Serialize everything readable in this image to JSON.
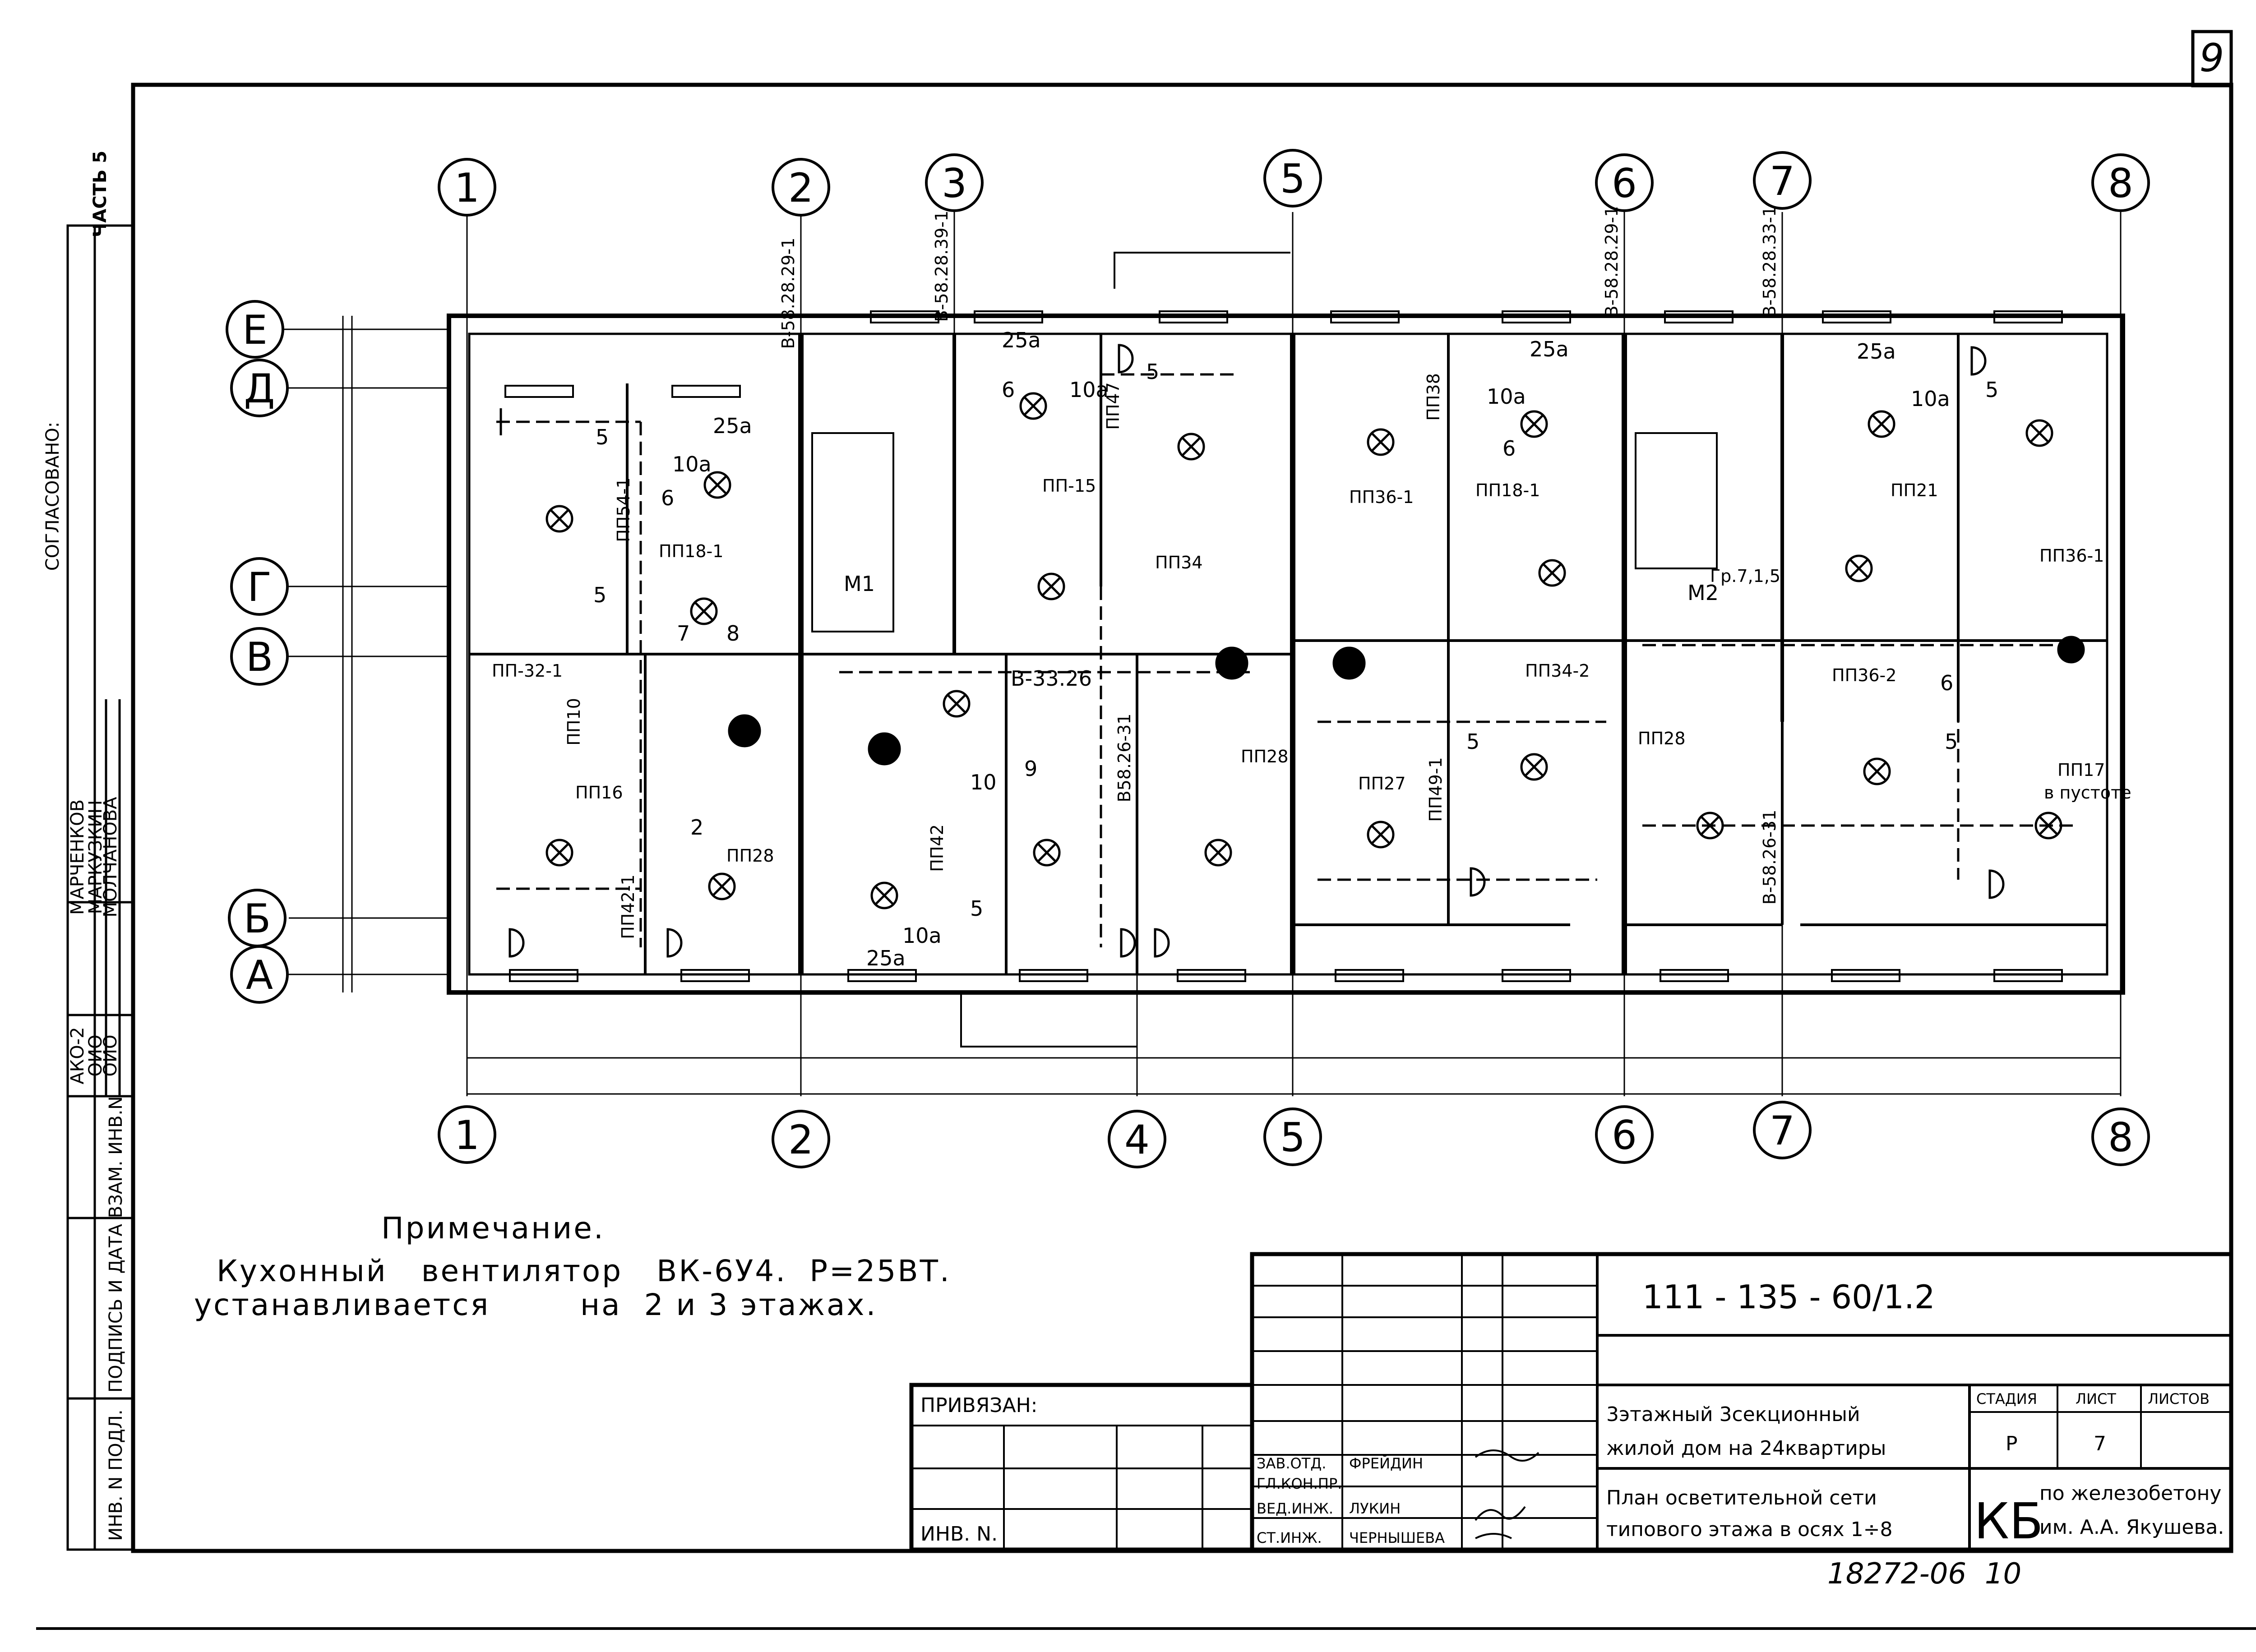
{
  "sheet_number": "9",
  "part_label": "ЧАСТЬ 5",
  "left_strip": {
    "agreed_label": "СОГЛАСОВАНО:",
    "rows": [
      {
        "dept": "АКО-2",
        "name": "МАРЧЕНКОВ"
      },
      {
        "dept": "ОИО",
        "name": "МАРКУЗКИН"
      },
      {
        "dept": "ОИО",
        "name": "МОЛЧАНОВА"
      }
    ],
    "stamp_cells": [
      "ВЗАМ. ИНВ.N",
      "ПОДПИСЬ И ДАТА",
      "ИНВ. N ПОДЛ."
    ]
  },
  "axes_vertical": [
    "1",
    "2",
    "3",
    "5",
    "6",
    "7",
    "8"
  ],
  "axes_vertical_bottom": [
    "1",
    "2",
    "4",
    "5",
    "6",
    "7",
    "8"
  ],
  "axes_horizontal": [
    "Е",
    "Д",
    "Г",
    "В",
    "Б",
    "А"
  ],
  "riser_labels": [
    "В-58.28.29-1",
    "В-58.28.39-1",
    "В-58.28.29-1",
    "В-58.28.33-1"
  ],
  "plan_labels": {
    "panels": [
      "ПП54-1",
      "ПП18-1",
      "ПП-32-1",
      "ПП10",
      "ПП16",
      "ПП42-1",
      "ПП28",
      "ПП-15",
      "ПП34",
      "ПП47",
      "ПП42",
      "ПП38",
      "ПП18-1",
      "ПП36-1",
      "ПП34-2",
      "ПП27",
      "ПП49-1",
      "ПП28",
      "ПП21",
      "ПП36-2",
      "ПП36-1",
      "ПП17",
      "ПП28"
    ],
    "breakers": [
      "25а",
      "10а",
      "M1",
      "M2",
      "Гр.7,1,5",
      "в пустоте"
    ],
    "circuit_numbers": [
      "5",
      "6",
      "7",
      "8",
      "9",
      "10",
      "2"
    ],
    "room_codes": [
      "В-33.26",
      "В58.26-31",
      "В-58.26-31"
    ]
  },
  "note": {
    "title": "Примечание.",
    "line1": "Кухонный   вентилятор   ВК-6У4.  Р=25ВТ.",
    "line2": "устанавливается        на  2 и 3 этажах."
  },
  "title_block": {
    "doc_code": "111 - 135 - 60/1.2",
    "bound_label": "ПРИВЯЗАН:",
    "inv_label": "ИНВ. N.",
    "project_line1": "3этажный 3секционный",
    "project_line2": "жилой дом на 24квартиры",
    "drawing_line1": "План осветительной сети",
    "drawing_line2": "типового этажа в осях 1÷8",
    "stage_header": "СТАДИЯ",
    "sheet_header": "ЛИСТ",
    "sheets_header": "ЛИСТОВ",
    "stage_value": "Р",
    "sheet_value": "7",
    "org_short": "КБ",
    "org_line1": "по железобетону",
    "org_line2": "им. А.А. Якушева.",
    "staff": [
      {
        "role": "ЗАВ.ОТД.",
        "name": "ФРЕЙДИН"
      },
      {
        "role": "ГЛ.КОН.ПР.",
        "name": ""
      },
      {
        "role": "ВЕД.ИНЖ.",
        "name": "ЛУКИН"
      },
      {
        "role": "СТ.ИНЖ.",
        "name": "ЧЕРНЫШЕВА"
      }
    ],
    "archive_number": "18272-06  10"
  }
}
